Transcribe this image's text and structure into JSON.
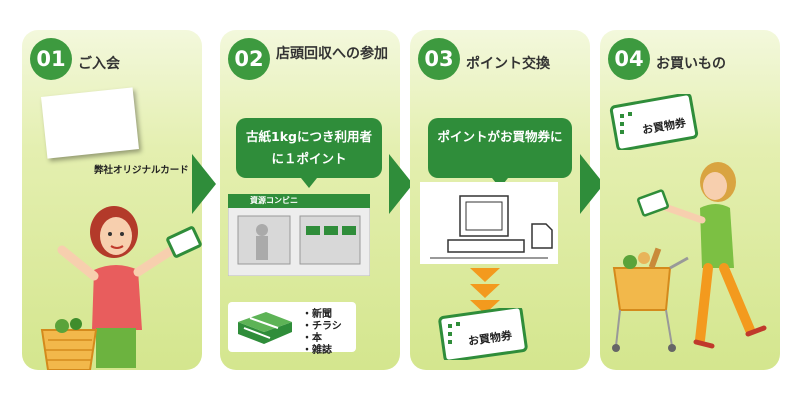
{
  "steps": [
    {
      "number": "01",
      "title": "ご入会"
    },
    {
      "number": "02",
      "title": "店頭回収への参加"
    },
    {
      "number": "03",
      "title": "ポイント交換"
    },
    {
      "number": "04",
      "title": "お買いもの"
    }
  ],
  "step1": {
    "card_label": "弊社オリジナルカード"
  },
  "step2": {
    "bubble": "古紙1kgにつき利用者に１ポイント",
    "store_sign": "資源コンビニ",
    "items": [
      "・新聞",
      "・チラシ",
      "・本",
      "・雑誌"
    ]
  },
  "step3": {
    "bubble": "ポイントがお買物券に",
    "voucher": "お買物券"
  },
  "step4": {
    "voucher": "お買物券"
  },
  "colors": {
    "green": "#3d9a3f",
    "dark_green": "#2f8d3a",
    "panel": "#d4e68e",
    "orange": "#f39a1e"
  }
}
